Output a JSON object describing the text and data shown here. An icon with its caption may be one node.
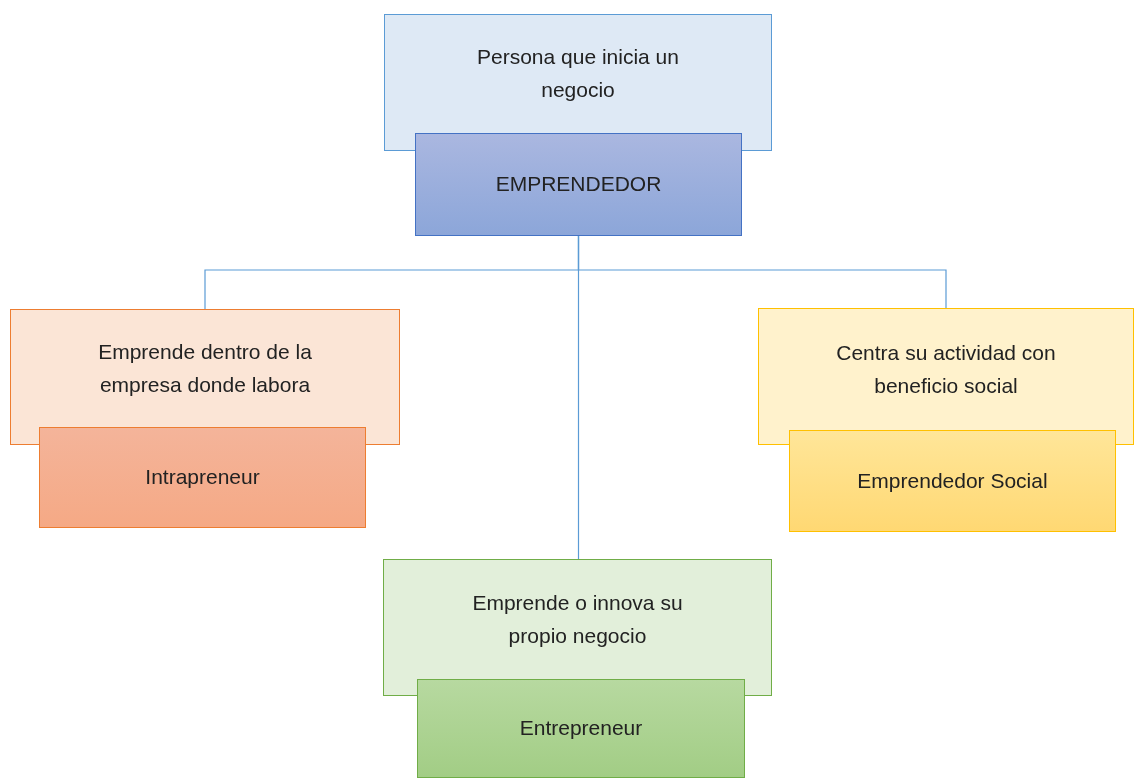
{
  "diagram": {
    "nodes": [
      {
        "text": [
          "Persona que inicia un negocio"
        ]
      },
      {
        "text": [
          "EMPRENDEDOR"
        ]
      },
      {
        "text": [
          "Emprende dentro de la empresa donde labora"
        ]
      },
      {
        "text": [
          "Intrapreneur"
        ]
      },
      {
        "text": [
          "Centra su actividad con beneficio social"
        ]
      },
      {
        "text": [
          "Emprendedor Social"
        ]
      },
      {
        "text": [
          "Emprende o innova su propio negocio"
        ]
      },
      {
        "text": [
          "Entrepreneur"
        ]
      }
    ],
    "edges": [
      {
        "from": 1,
        "to": 2,
        "arrow": "none"
      },
      {
        "from": 1,
        "to": 4,
        "arrow": "none"
      },
      {
        "from": 1,
        "to": 6,
        "arrow": "none"
      }
    ]
  }
}
